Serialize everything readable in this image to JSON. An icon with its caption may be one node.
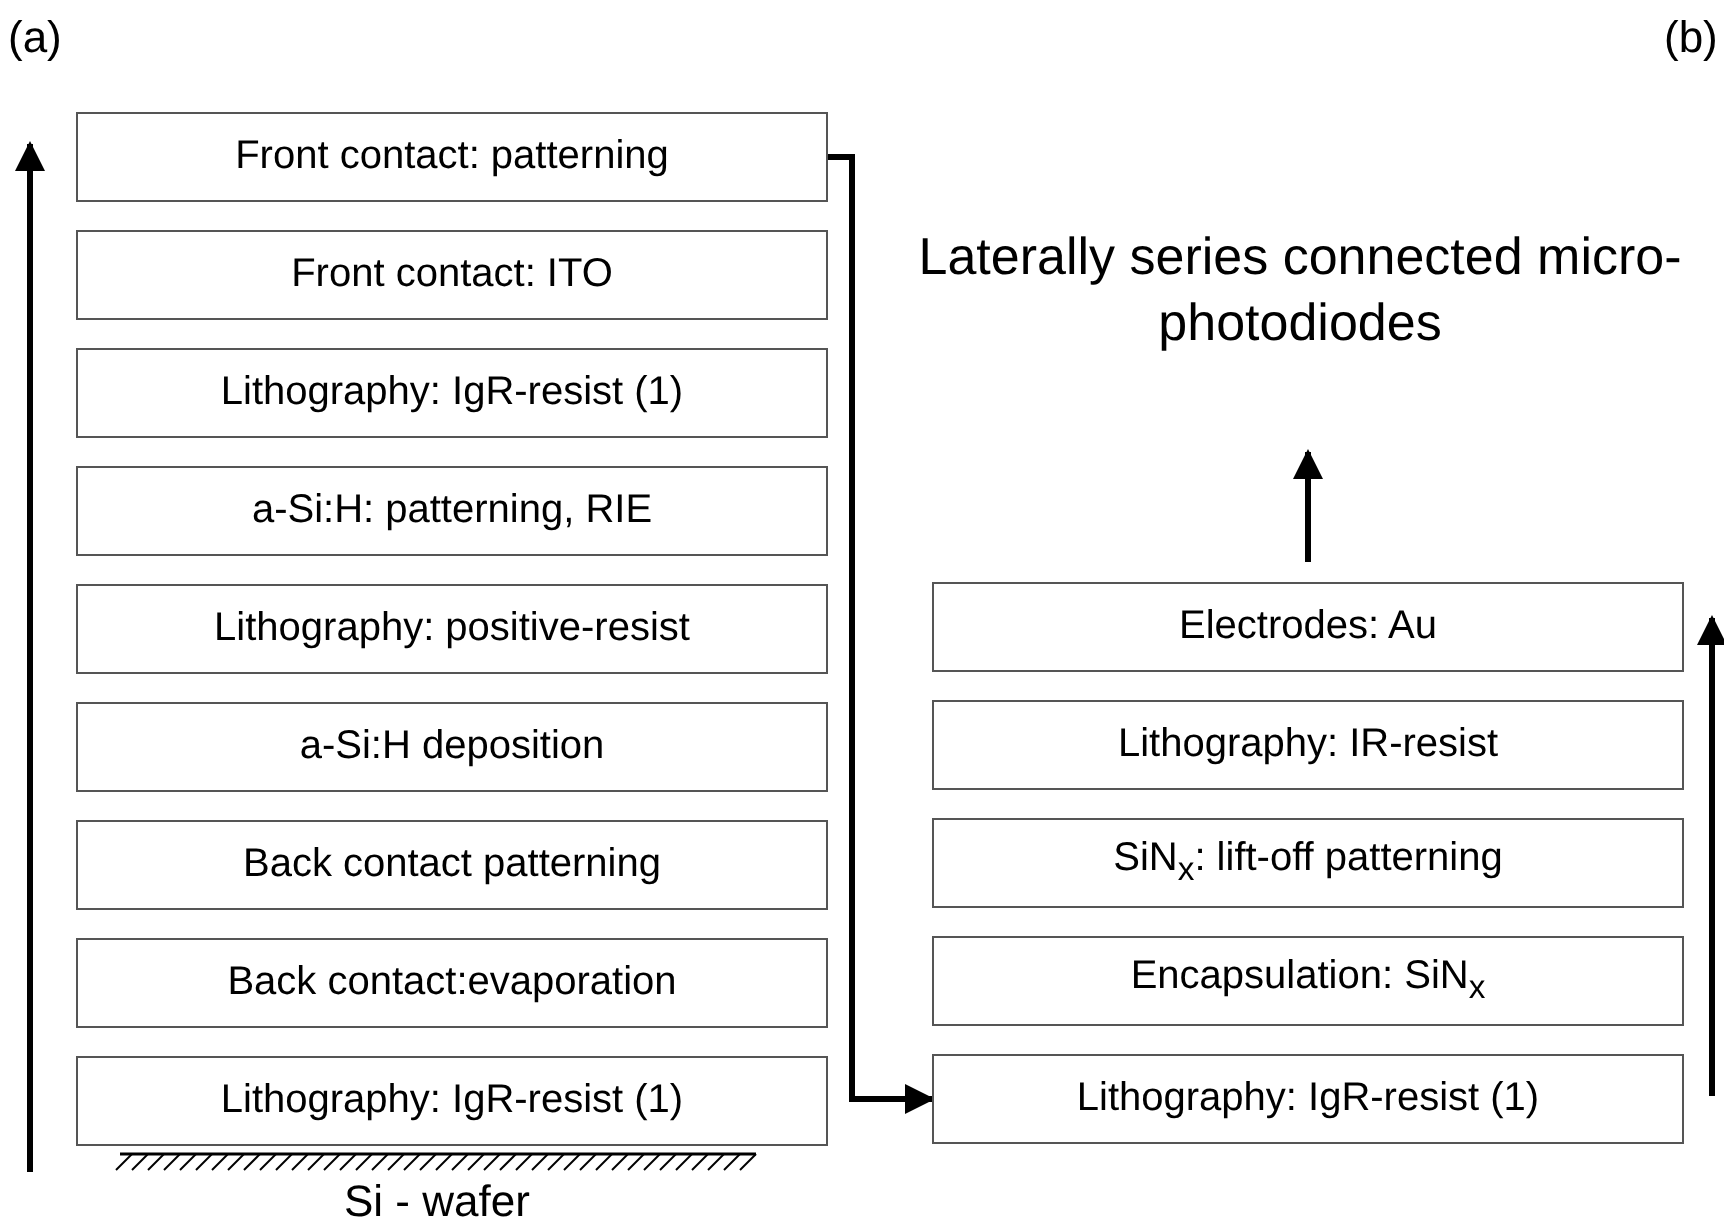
{
  "diagram": {
    "nodes": [
      {
        "text": [
          "Front contact: patterning"
        ]
      },
      {
        "text": [
          "Front contact: ITO"
        ]
      },
      {
        "text": [
          "Lithography: IgR-resist (1)"
        ]
      },
      {
        "text": [
          "a-Si:H: patterning, RIE"
        ]
      },
      {
        "text": [
          "Lithography: positive-resist"
        ]
      },
      {
        "text": [
          "a-Si:H deposition"
        ]
      },
      {
        "text": [
          "Back contact patterning"
        ]
      },
      {
        "text": [
          "Back contact:evaporation"
        ]
      },
      {
        "text": [
          "Lithography: IgR-resist (1)"
        ]
      },
      {
        "text": [
          "Laterally series connected micro-photodiodes"
        ]
      },
      {
        "text": [
          "Electrodes: Au"
        ]
      },
      {
        "text": [
          "Lithography: IR-resist"
        ]
      },
      {
        "text": [
          "SiN$_{x}$: lift-off patterning"
        ]
      },
      {
        "text": [
          "Encapsulation: SiN$_{x}$"
        ]
      },
      {
        "text": [
          "Lithography: IgR-resist (1)"
        ]
      }
    ],
    "edges": [
      {
        "from": 0,
        "to": 14,
        "arrow": "to"
      },
      {
        "from": 10,
        "to": 9,
        "arrow": "to"
      }
    ],
    "labels": [
      "(a)",
      "(b)",
      "Si - wafer"
    ]
  }
}
